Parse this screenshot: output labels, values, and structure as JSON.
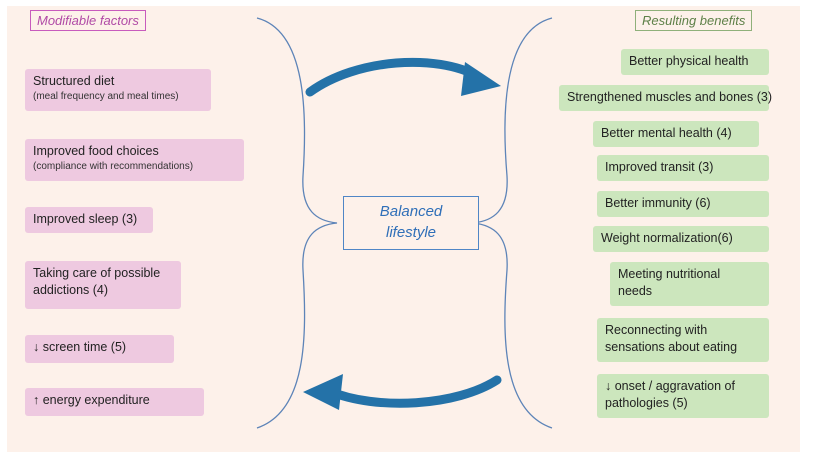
{
  "headers": {
    "left": "Modifiable factors",
    "right": "Resulting benefits"
  },
  "center": {
    "line1": "Balanced",
    "line2": "lifestyle"
  },
  "factors": [
    {
      "main": "Structured diet",
      "sub": "(meal frequency and meal times)"
    },
    {
      "main": "Improved food choices",
      "sub": "(compliance with recommendations)"
    },
    {
      "main": "Improved sleep (3)"
    },
    {
      "main": "Taking care of possible",
      "main2": "addictions (4)"
    },
    {
      "main": "↓ screen time (5)"
    },
    {
      "main": "↑ energy expenditure"
    }
  ],
  "benefits": [
    {
      "text": "Better physical health"
    },
    {
      "text": "Strengthened muscles and bones (3)"
    },
    {
      "text": "Better mental health (4)"
    },
    {
      "text": "Improved transit (3)"
    },
    {
      "text": "Better immunity (6)"
    },
    {
      "text": "Weight normalization(6)"
    },
    {
      "text": "Meeting nutritional",
      "text2": "needs"
    },
    {
      "text": "Reconnecting with",
      "text2": "sensations about eating"
    },
    {
      "text": "↓ onset / aggravation of",
      "text2": "pathologies (5)"
    }
  ],
  "colors": {
    "background": "#fdf1ea",
    "factor_fill": "#eec9e0",
    "benefit_fill": "#cce6bd",
    "arrow": "#2472a8",
    "brace": "#5d84b8"
  }
}
